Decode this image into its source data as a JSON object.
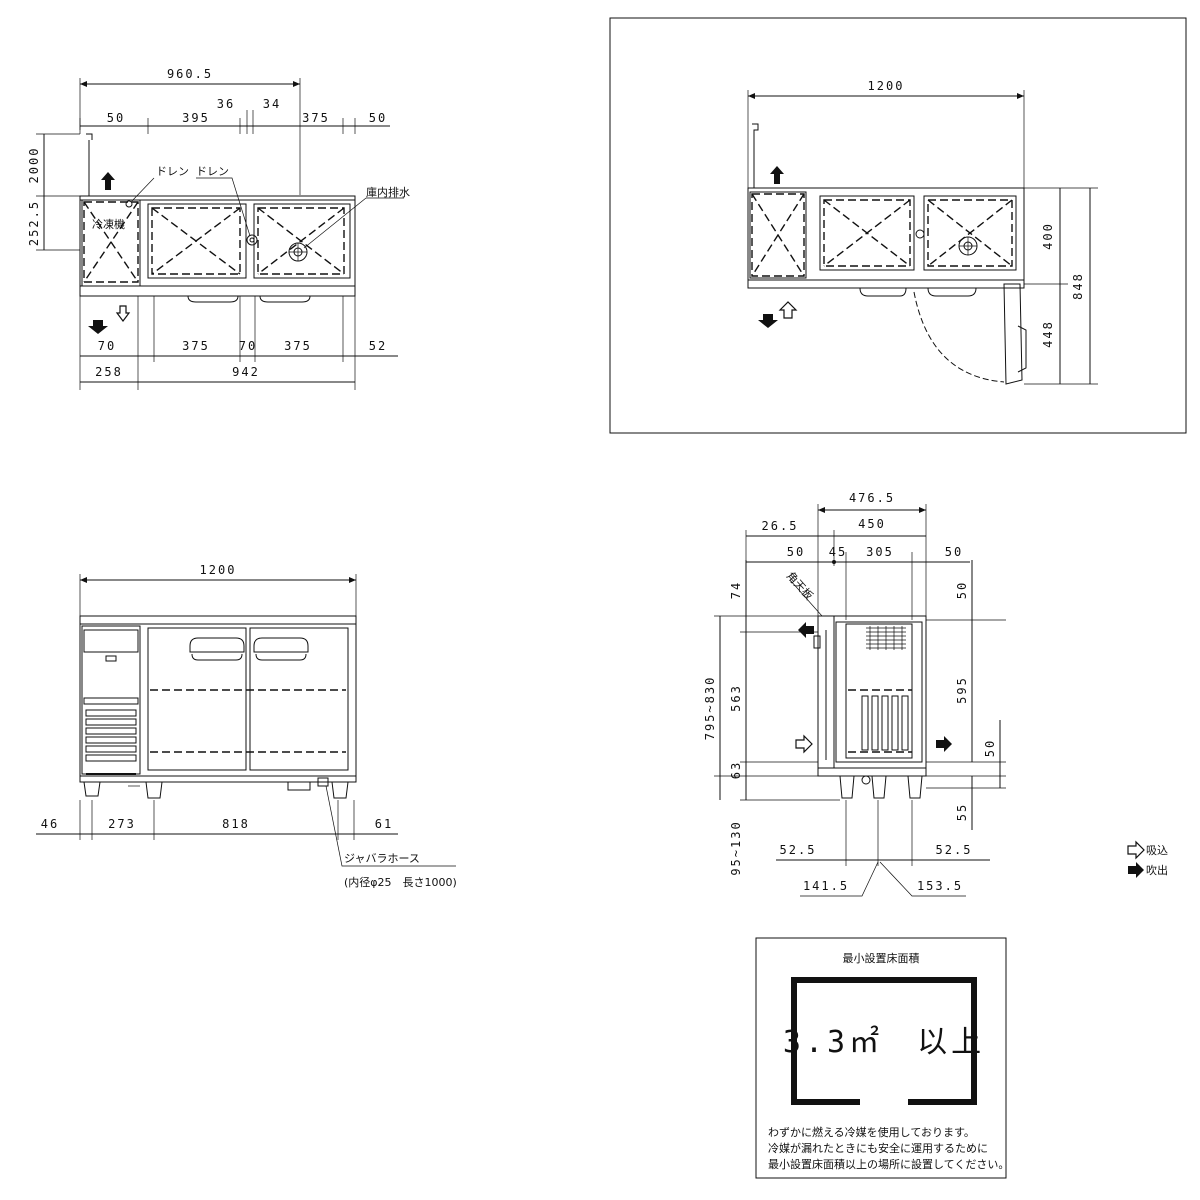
{
  "top_plan": {
    "dims_top": [
      "960.5",
      "50",
      "395",
      "36",
      "34",
      "375",
      "50"
    ],
    "dims_left": [
      "2000",
      "252.5"
    ],
    "dims_bottom": [
      "70",
      "375",
      "70",
      "375",
      "52",
      "258",
      "942"
    ],
    "label_drain_1": "ドレン",
    "label_drain_2": "ドレン",
    "label_internal_drain": "庫内排水",
    "label_compressor": "冷凍機"
  },
  "boxed_plan": {
    "dim_width": "1200",
    "dims_right": [
      "400",
      "448",
      "848"
    ]
  },
  "front_view": {
    "dim_width": "1200",
    "dims_bottom": [
      "46",
      "273",
      "818",
      "61"
    ],
    "hose_label": "ジャバラホース",
    "hose_spec": "(内径φ25　長さ1000)"
  },
  "side_view": {
    "dims_top": [
      "476.5",
      "26.5",
      "450",
      "50",
      "45",
      "305",
      "50"
    ],
    "label_angle": "角天板",
    "dims_left": [
      "74",
      "795~830",
      "563",
      "63",
      "95~130"
    ],
    "dims_right": [
      "50",
      "595",
      "50",
      "55"
    ],
    "dims_bottom": [
      "52.5",
      "52.5",
      "141.5",
      "153.5"
    ]
  },
  "legend": {
    "intake": "吸込",
    "exhaust": "吹出"
  },
  "floor_area": {
    "title": "最小設置床面積",
    "value": "3.3㎡　以上",
    "note_1": "わずかに燃える冷媒を使用しております。",
    "note_2": "冷媒が漏れたときにも安全に運用するために",
    "note_3": "最小設置床面積以上の場所に設置してください。"
  }
}
